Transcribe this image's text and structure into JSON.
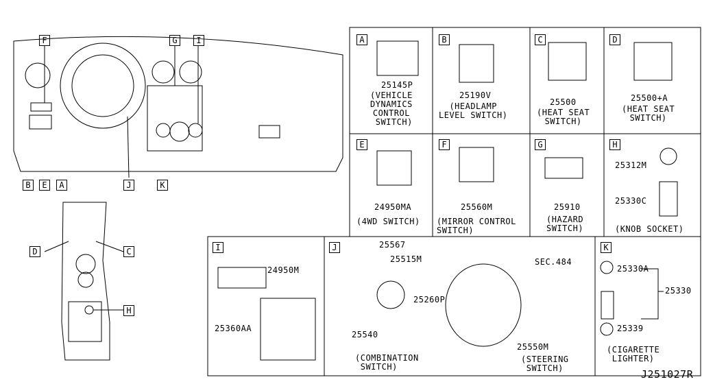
{
  "diagram_id": "J251027R",
  "callouts": [
    "A",
    "B",
    "C",
    "D",
    "E",
    "F",
    "G",
    "H",
    "I",
    "J",
    "K"
  ],
  "panels": {
    "A": {
      "part": "25145P",
      "desc": "(VEHICLE\nDYNAMICS\nCONTROL\n SWITCH)"
    },
    "B": {
      "part": "25190V",
      "desc": "(HEADLAMP\nLEVEL SWITCH)"
    },
    "C": {
      "part": "25500",
      "desc": "(HEAT SEAT\nSWITCH)"
    },
    "D": {
      "part": "25500+A",
      "desc": "(HEAT SEAT\nSWITCH)"
    },
    "E": {
      "part": "24950MA",
      "desc": "(4WD SWITCH)"
    },
    "F": {
      "part": "25560M",
      "desc": "(MIRROR CONTROL\nSWITCH)"
    },
    "G": {
      "part": "25910",
      "desc": "(HAZARD\nSWITCH)"
    },
    "H": {
      "parts": [
        "25312M",
        "25330C"
      ],
      "desc": "(KNOB SOCKET)"
    },
    "I": {
      "parts": [
        "24950M",
        "25360AA"
      ]
    },
    "J": {
      "parts": [
        "25567",
        "25515M",
        "25260P",
        "25540",
        "SEC.484",
        "25550M"
      ],
      "desc1": "(COMBINATION\n SWITCH)",
      "desc2": "(STEERING\n SWITCH)"
    },
    "K": {
      "parts": [
        "25330A",
        "25330",
        "25339"
      ],
      "desc": "(CIGARETTE\nLIGHTER)"
    }
  }
}
